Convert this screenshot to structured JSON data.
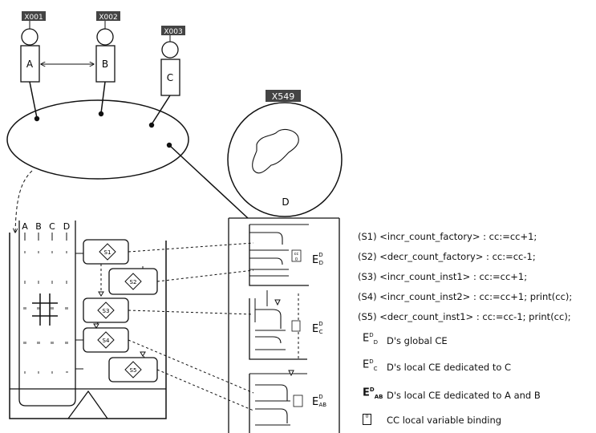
{
  "tags": {
    "a": "X001",
    "b": "X002",
    "c": "X003",
    "d": "X549"
  },
  "nodes": {
    "a": "A",
    "b": "B",
    "c": "C",
    "d": "D"
  },
  "columns": [
    "A",
    "B",
    "C",
    "D"
  ],
  "steps": [
    "S1",
    "S2",
    "S3",
    "S4",
    "S5"
  ],
  "ce_labels": {
    "global": {
      "base": "E",
      "sup": "D",
      "sub": "D"
    },
    "local_c": {
      "base": "E",
      "sup": "D",
      "sub": "C"
    },
    "local_ab": {
      "base": "E",
      "sup": "D",
      "sub": "AB"
    }
  },
  "binding_icon": {
    "top": "cc",
    "bottom": "0"
  },
  "statements": [
    "(S1) <incr_count_factory> : cc:=cc+1;",
    "(S2) <decr_count_factory> : cc:=cc-1;",
    "(S3) <incr_count_inst1> : cc:=cc+1;",
    "(S4) <incr_count_inst2> : cc:=cc+1; print(cc);",
    "(S5) <decr_count_inst1> : cc:=cc-1; print(cc);"
  ],
  "legend": [
    "D's global CE",
    "D's local CE dedicated to C",
    "D's local CE dedicated to A and B",
    "CC local variable binding"
  ]
}
